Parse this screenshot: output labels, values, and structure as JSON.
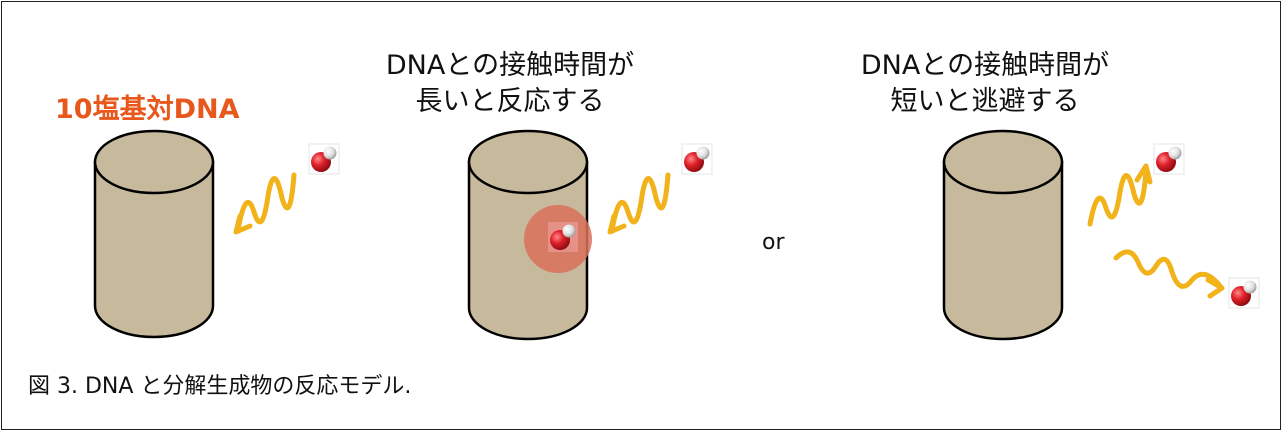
{
  "panels": {
    "left": {
      "title": "10塩基対DNA"
    },
    "middle": {
      "caption_line1": "DNAとの接触時間が",
      "caption_line2": "長いと反応する"
    },
    "right": {
      "caption_line1": "DNAとの接触時間が",
      "caption_line2": "短いと逃避する"
    }
  },
  "or_label": "or",
  "figure_caption": "図  3. DNA と分解生成物の反応モデル.",
  "colors": {
    "title_accent": "#e8581c",
    "cylinder_fill": "#c6b99c",
    "wave": "#f2b21a",
    "molecule_oxygen": "#e0202a",
    "molecule_hydrogen": "#e9e9e9",
    "reaction_glow": "#d9705a"
  },
  "icons": [
    "dna-cylinder",
    "wavy-arrow",
    "hydroxyl-radical-molecule"
  ]
}
